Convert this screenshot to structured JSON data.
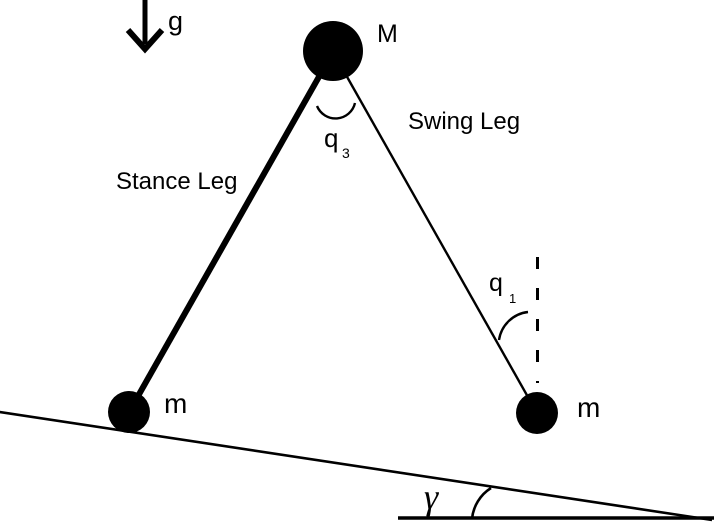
{
  "diagram": {
    "background": "#ffffff",
    "ink": "#000000",
    "labels": {
      "gravity": "g",
      "hip_mass": "M",
      "swing_leg": "Swing Leg",
      "stance_leg": "Stance Leg",
      "hip_angle_base": "q",
      "hip_angle_sub": "3",
      "swing_angle_base": "q",
      "swing_angle_sub": "1",
      "stance_foot_mass": "m",
      "swing_foot_mass": "m",
      "slope_angle": "γ"
    }
  }
}
